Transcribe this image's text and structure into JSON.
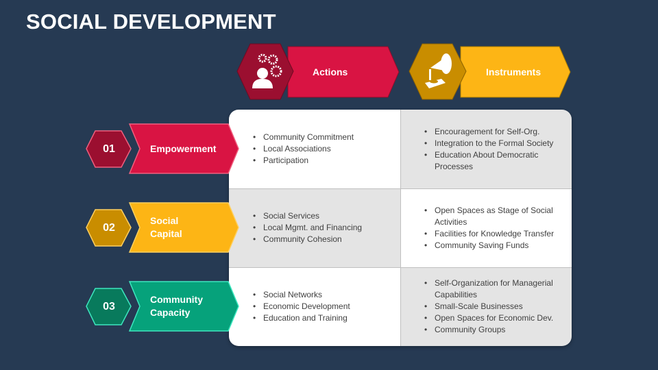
{
  "title": "SOCIAL DEVELOPMENT",
  "colors": {
    "background": "#263a53",
    "red": "#d91443",
    "red_dark": "#9b0f30",
    "yellow": "#fdb515",
    "yellow_dark": "#c98d00",
    "green": "#06a27b",
    "green_dark": "#087a5c"
  },
  "headers": [
    {
      "label": "Actions",
      "icon": "gears-person-icon"
    },
    {
      "label": "Instruments",
      "icon": "gramophone-icon"
    }
  ],
  "rows": [
    {
      "number": "01",
      "label": "Empowerment",
      "actions": [
        "Community Commitment",
        "Local Associations",
        "Participation"
      ],
      "instruments": [
        "Encouragement for Self-Org.",
        "Integration to the Formal Society",
        "Education About Democratic Processes"
      ]
    },
    {
      "number": "02",
      "label": "Social Capital",
      "actions": [
        "Social Services",
        "Local Mgmt. and Financing",
        "Community Cohesion"
      ],
      "instruments": [
        "Open Spaces as Stage of Social Activities",
        "Facilities for Knowledge Transfer",
        "Community Saving Funds"
      ]
    },
    {
      "number": "03",
      "label": "Community Capacity",
      "actions": [
        "Social Networks",
        "Economic Development",
        "Education and Training"
      ],
      "instruments": [
        "Self-Organization for Managerial Capabilities",
        "Small-Scale Businesses",
        "Open Spaces for Economic Dev.",
        "Community Groups"
      ]
    }
  ]
}
